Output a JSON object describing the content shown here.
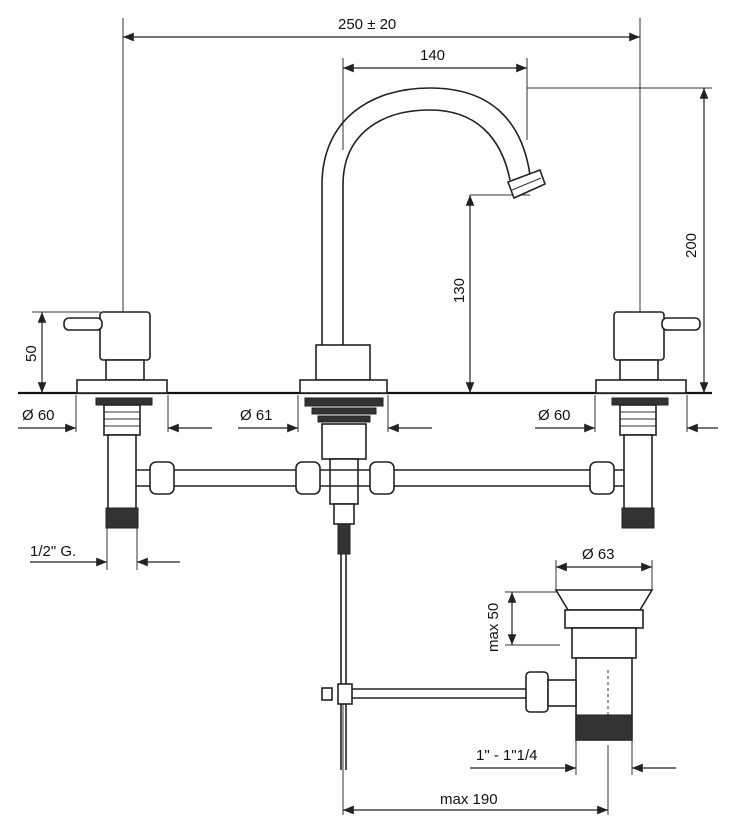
{
  "dimensions": {
    "overall_width": "250 ± 20",
    "spout_reach": "140",
    "total_height": "200",
    "spout_height": "130",
    "handle_height": "50",
    "left_base_dia": "Ø 60",
    "center_base_dia": "Ø 61",
    "right_base_dia": "Ø 60",
    "connection_thread": "1/2\" G.",
    "waste_dia": "Ø 63",
    "waste_height": "max 50",
    "waste_thread": "1\" - 1\"1/4",
    "pull_rod_reach": "max 190"
  },
  "colors": {
    "line": "#222222",
    "background": "#ffffff"
  }
}
